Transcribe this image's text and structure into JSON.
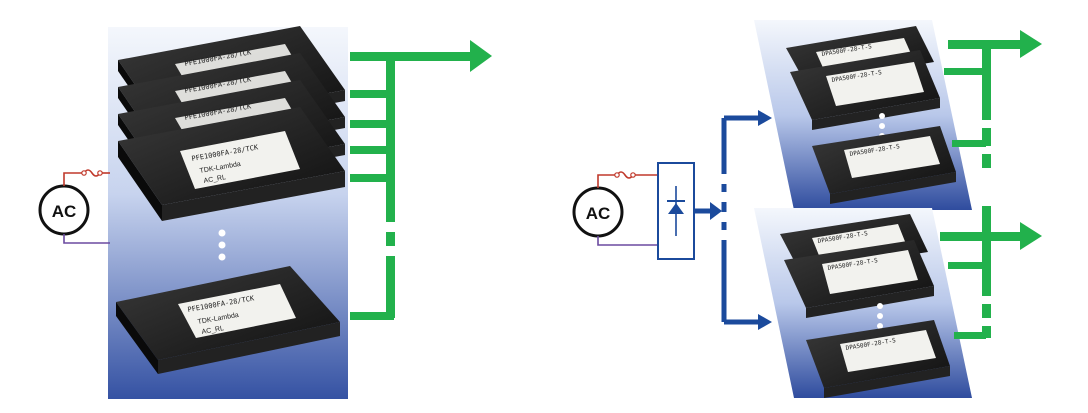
{
  "left_diagram": {
    "source_label": "AC",
    "module_part_number": "PFE1000FA-28/TCK",
    "module_brand_text": "TDK-Lambda",
    "module_origin_text": "AC_RL"
  },
  "right_diagram": {
    "source_label": "AC",
    "module_part_number": "DPA500F-28-T-S"
  },
  "colors": {
    "panel_light": "#f4f7fc",
    "panel_dark": "#3552a3",
    "output_green": "#22b14c",
    "bus_blue": "#1b4a9c",
    "wire_red": "#c0392b",
    "module_body": "#161616"
  },
  "icons": [
    "ac-source-icon",
    "fuse-icon",
    "rectifier-diode-icon",
    "output-arrow-icon"
  ]
}
